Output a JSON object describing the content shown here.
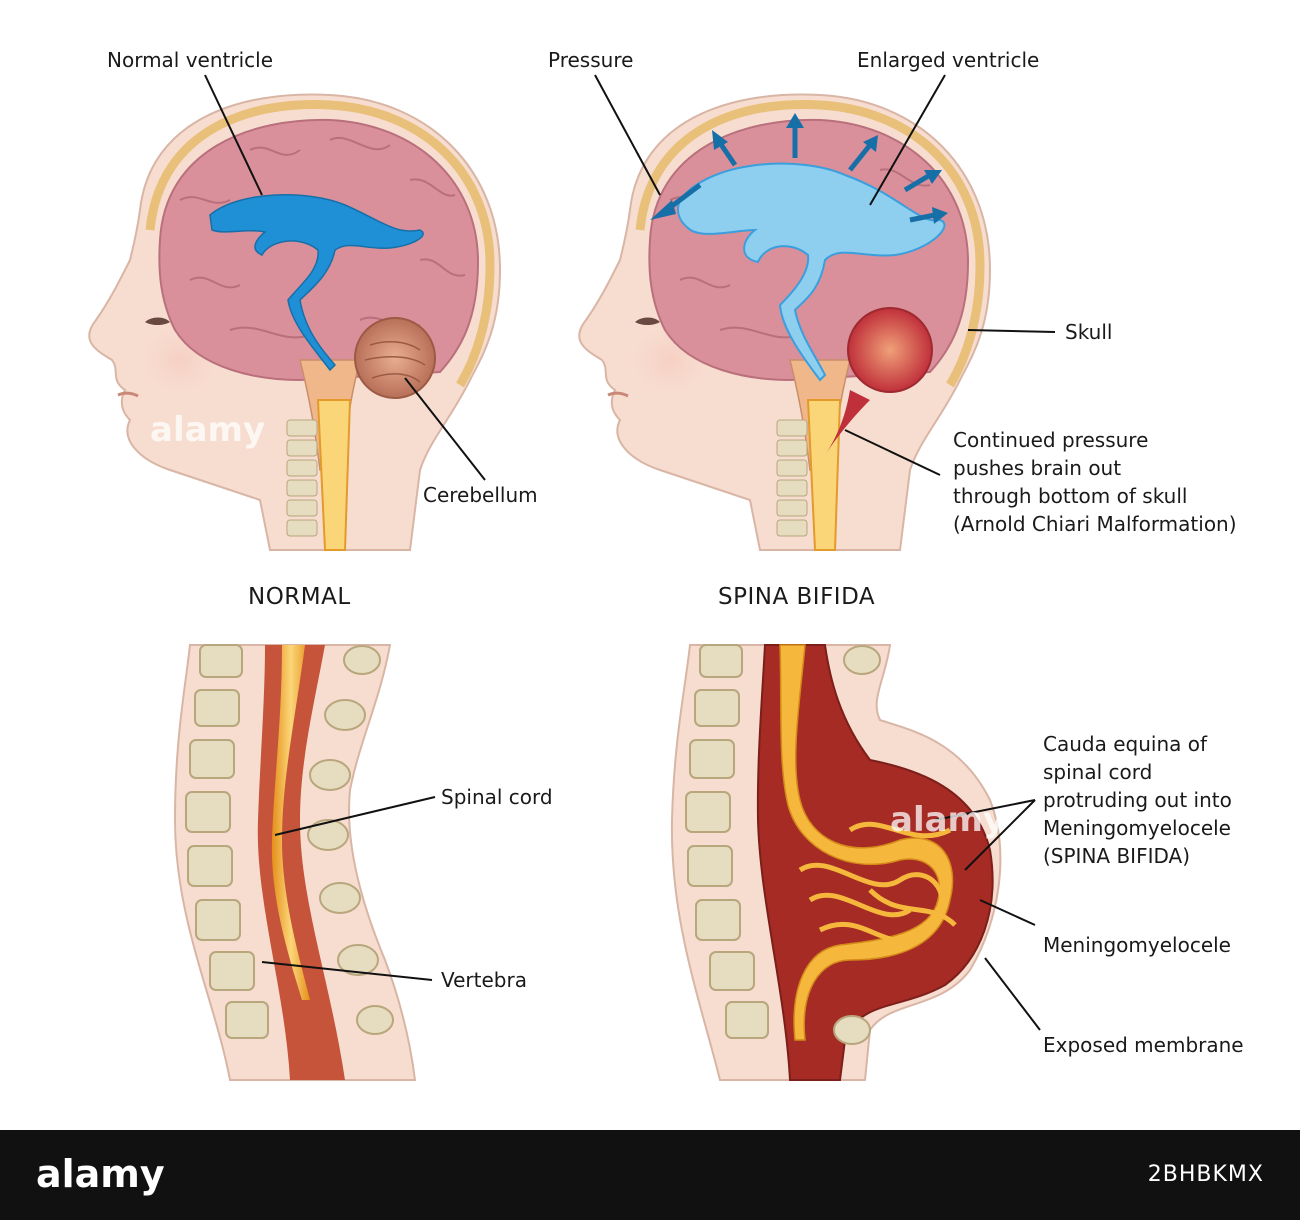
{
  "labels": {
    "normal_ventricle": "Normal ventricle",
    "pressure": "Pressure",
    "enlarged_ventricle": "Enlarged ventricle",
    "skull": "Skull",
    "cerebellum": "Cerebellum",
    "continued_pressure": [
      "Continued pressure",
      "pushes brain out",
      "through bottom of skull",
      "(Arnold Chiari Malformation)"
    ],
    "spinal_cord": "Spinal cord",
    "vertebra": "Vertebra",
    "cauda_equina": [
      "Cauda equina of",
      "spinal cord",
      "protruding out into",
      "Meningomyelocele",
      "(SPINA BIFIDA)"
    ],
    "meningomyelocele": "Meningomyelocele",
    "exposed_membrane": "Exposed membrane"
  },
  "titles": {
    "normal": "NORMAL",
    "spina_bifida": "SPINA BIFIDA"
  },
  "watermark": "alamy",
  "footer": {
    "logo": "alamy",
    "image_id": "2BHBKMX"
  },
  "colors": {
    "skin": "#f7ddd0",
    "brain": "#d9909a",
    "ventricle": "#1f8fd6",
    "enlarged_ventricle": "#8ecff0",
    "cerebellum": "#c8866a",
    "spinal_cord": "#f5b73c",
    "skull": "#e8c07a",
    "vertebra": "#e6dcc0",
    "meningocele": "#a52b24"
  }
}
